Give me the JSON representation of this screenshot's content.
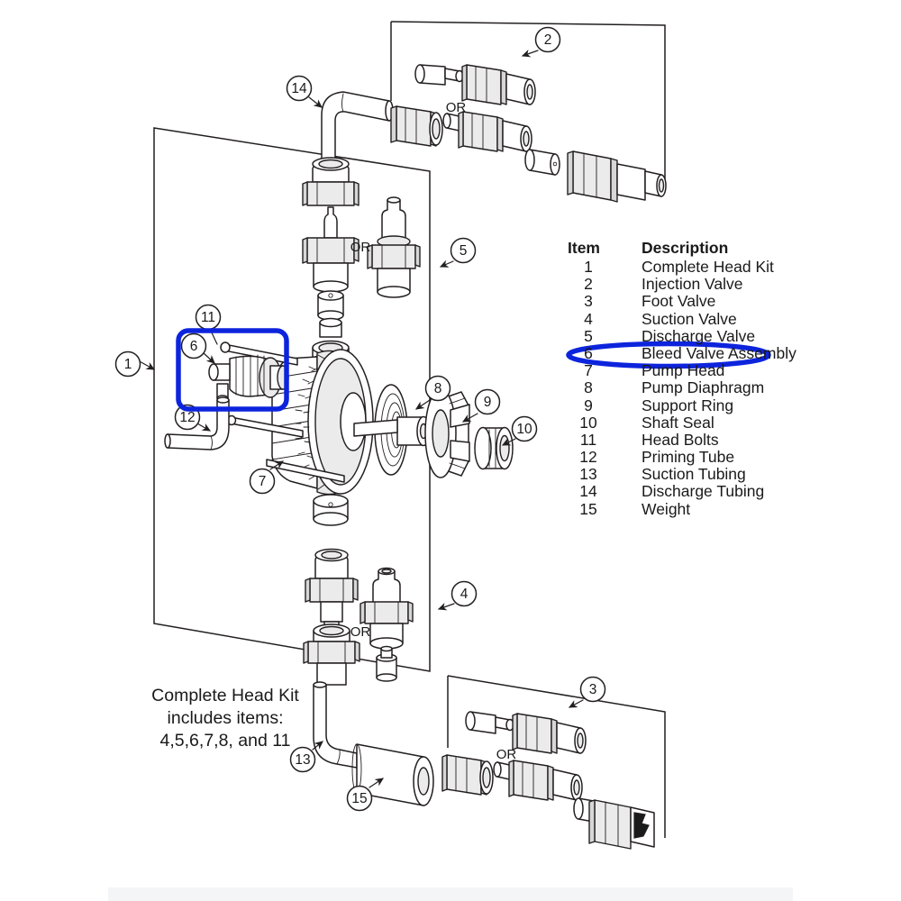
{
  "document": {
    "type": "exploded-parts-diagram",
    "subject": "Chemical metering pump head assembly"
  },
  "parts_table": {
    "header": {
      "item": "Item",
      "description": "Description"
    },
    "rows": [
      {
        "item": "1",
        "description": "Complete Head Kit"
      },
      {
        "item": "2",
        "description": "Injection Valve"
      },
      {
        "item": "3",
        "description": "Foot Valve"
      },
      {
        "item": "4",
        "description": "Suction Valve"
      },
      {
        "item": "5",
        "description": "Discharge Valve"
      },
      {
        "item": "6",
        "description": "Bleed Valve Assembly"
      },
      {
        "item": "7",
        "description": "Pump Head"
      },
      {
        "item": "8",
        "description": "Pump Diaphragm"
      },
      {
        "item": "9",
        "description": "Support Ring"
      },
      {
        "item": "10",
        "description": "Shaft Seal"
      },
      {
        "item": "11",
        "description": "Head Bolts"
      },
      {
        "item": "12",
        "description": "Priming Tube"
      },
      {
        "item": "13",
        "description": "Suction Tubing"
      },
      {
        "item": "14",
        "description": "Discharge Tubing"
      },
      {
        "item": "15",
        "description": "Weight"
      }
    ],
    "highlighted_row_item": "6"
  },
  "caption": {
    "line1": "Complete Head Kit",
    "line2": "includes items:",
    "line3": "4,5,6,7,8, and 11"
  },
  "callouts": [
    {
      "id": "1",
      "label": "1"
    },
    {
      "id": "2",
      "label": "2"
    },
    {
      "id": "3",
      "label": "3"
    },
    {
      "id": "4",
      "label": "4"
    },
    {
      "id": "5",
      "label": "5"
    },
    {
      "id": "6",
      "label": "6"
    },
    {
      "id": "7",
      "label": "7"
    },
    {
      "id": "8",
      "label": "8"
    },
    {
      "id": "9",
      "label": "9"
    },
    {
      "id": "10",
      "label": "10"
    },
    {
      "id": "11",
      "label": "11"
    },
    {
      "id": "12",
      "label": "12"
    },
    {
      "id": "13",
      "label": "13"
    },
    {
      "id": "14",
      "label": "14"
    },
    {
      "id": "15",
      "label": "15"
    }
  ],
  "or_labels": [
    {
      "id": "or-injection",
      "text": "OR"
    },
    {
      "id": "or-discharge",
      "text": "OR"
    },
    {
      "id": "or-suction",
      "text": "OR"
    },
    {
      "id": "or-foot",
      "text": "OR"
    }
  ],
  "annotations": {
    "highlight_color": "#0d24dd",
    "rect_target": "Bleed Valve Assembly on diagram",
    "ellipse_target": "Bleed Valve Assembly table row"
  },
  "colors": {
    "line": "#231f20",
    "background": "#ffffff",
    "highlight": "#0d24dd",
    "part_fill": "#ffffff",
    "part_shade": "#ebebeb",
    "footer_strip": "#f4f5f7"
  }
}
